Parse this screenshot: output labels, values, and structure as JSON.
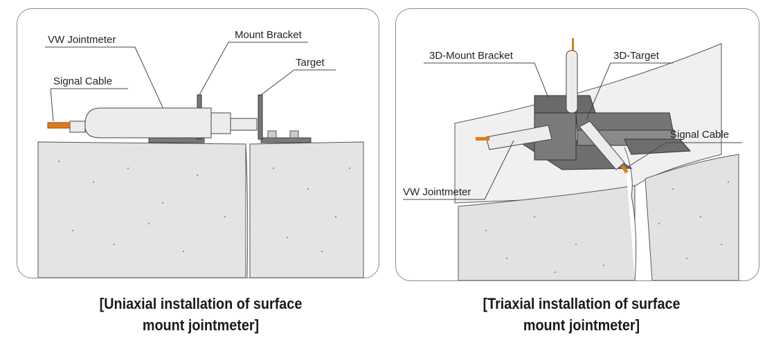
{
  "diagrams": [
    {
      "title": "Uniaxial installation of surface mount jointmeter",
      "caption_line1": "[Uniaxial installation of surface",
      "caption_line2": "mount jointmeter]",
      "labels": {
        "jointmeter": "VW Jointmeter",
        "bracket": "Mount Bracket",
        "target": "Target",
        "cable": "Signal Cable"
      }
    },
    {
      "title": "Triaxial installation of surface mount jointmeter",
      "caption_line1": "[Triaxial installation of surface",
      "caption_line2": "mount jointmeter]",
      "labels": {
        "bracket": "3D-Mount Bracket",
        "target": "3D-Target",
        "cable": "Signal Cable",
        "jointmeter": "VW Jointmeter"
      }
    }
  ],
  "colors": {
    "cable": "#e07a1f",
    "steel": "#6e6e6e",
    "concrete": "#e6e6e6",
    "instrument": "#ececec"
  }
}
